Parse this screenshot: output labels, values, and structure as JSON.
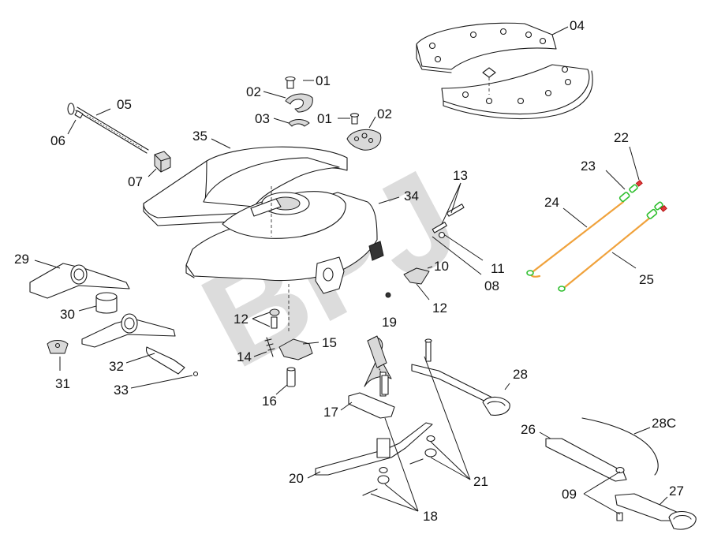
{
  "watermark": "BPJ",
  "labels": {
    "p01a": "01",
    "p01b": "01",
    "p02a": "02",
    "p02b": "02",
    "p03": "03",
    "p04": "04",
    "p05": "05",
    "p06": "06",
    "p07": "07",
    "p08": "08",
    "p09": "09",
    "p10": "10",
    "p11": "11",
    "p12a": "12",
    "p12b": "12",
    "p13": "13",
    "p14": "14",
    "p15": "15",
    "p16": "16",
    "p17": "17",
    "p18": "18",
    "p19": "19",
    "p20": "20",
    "p21": "21",
    "p22": "22",
    "p23": "23",
    "p24": "24",
    "p25": "25",
    "p26": "26",
    "p27": "27",
    "p28": "28",
    "p28c": "28C",
    "p29": "29",
    "p30": "30",
    "p31": "31",
    "p32": "32",
    "p33": "33",
    "p34": "34",
    "p35": "35"
  },
  "colors": {
    "line": "#1a1a1a",
    "cable": "#f0a23c",
    "fitting": "#2fbf2f",
    "cap": "#e03a3a",
    "watermark": "#dcdcdc"
  }
}
